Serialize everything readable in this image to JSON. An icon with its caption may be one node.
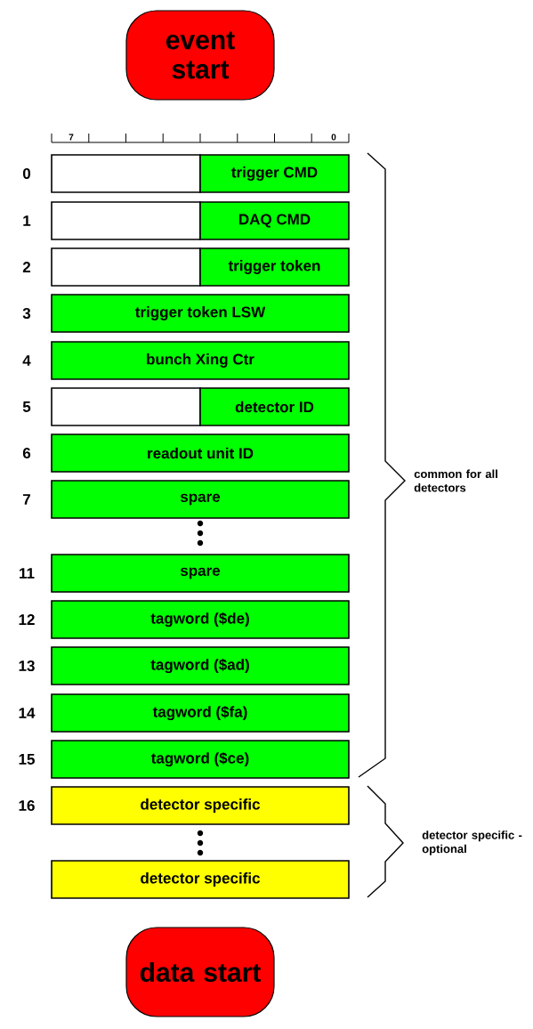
{
  "diagram": {
    "nodes": [
      {
        "text": [
          "event start"
        ]
      },
      {
        "text": [],
        "shape": "box"
      },
      {
        "text": [
          "trigger CMD"
        ]
      },
      {
        "text": [],
        "shape": "box"
      },
      {
        "text": [
          "DAQ CMD"
        ]
      },
      {
        "text": [],
        "shape": "box"
      },
      {
        "text": [
          "trigger token"
        ]
      },
      {
        "text": [
          "trigger token LSW"
        ]
      },
      {
        "text": [
          "bunch Xing Ctr"
        ]
      },
      {
        "text": [],
        "shape": "box"
      },
      {
        "text": [
          "detector ID"
        ]
      },
      {
        "text": [
          "readout unit ID"
        ]
      },
      {
        "text": [
          "spare"
        ]
      },
      {
        "text": [
          "spare"
        ]
      },
      {
        "text": [
          "tagword ($de)"
        ]
      },
      {
        "text": [
          "tagword ($ad)"
        ]
      },
      {
        "text": [
          "tagword ($fa)"
        ]
      },
      {
        "text": [
          "tagword ($ce)"
        ]
      },
      {
        "text": [
          "detector specific"
        ]
      },
      {
        "text": [
          "detector specific"
        ]
      },
      {
        "text": [
          "data start"
        ]
      }
    ],
    "labels": [
      "7",
      "0",
      "0",
      "1",
      "2",
      "3",
      "4",
      "5",
      "6",
      "7",
      "11",
      "12",
      "13",
      "14",
      "15",
      "16",
      "common for all detectors",
      "detector specific - optional"
    ]
  }
}
